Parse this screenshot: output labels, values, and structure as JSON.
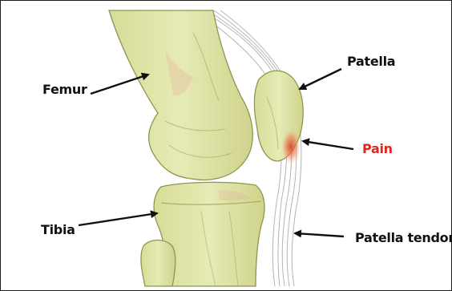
{
  "labels": {
    "femur": "Femur",
    "tibia": "Tibia",
    "patella": "Patella",
    "pain": "Pain",
    "patella_tendon": "Patella tendon"
  },
  "colors": {
    "bone": "#e3e7ae",
    "bone_shadow": "#c9cf86",
    "bone_outline": "#8f9452",
    "tendon": "#b8b8b8",
    "pain": "#e02424",
    "pain_glow": "#e8734a",
    "label": "#111111"
  }
}
